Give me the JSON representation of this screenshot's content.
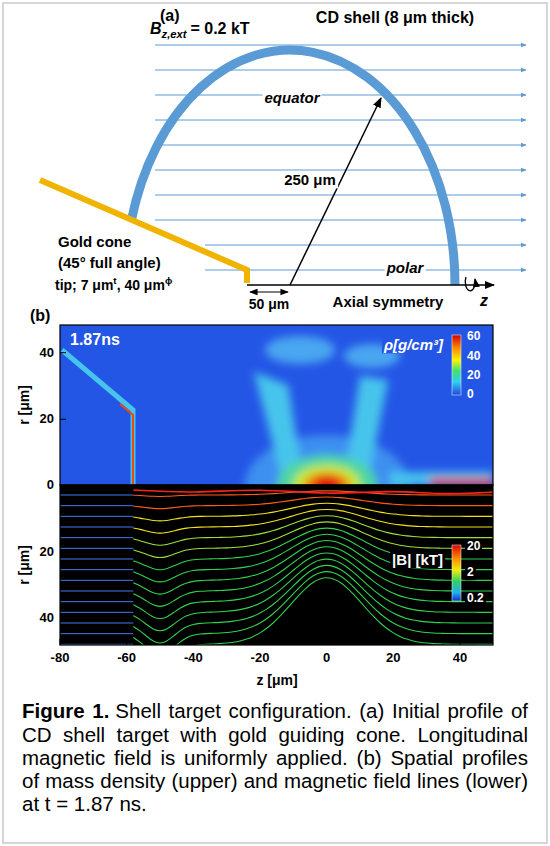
{
  "diagram": {
    "caption": "Shell target configuration. (a) Initial profile of CD shell target with gold guiding cone. Longitudinal magnetic field is uniformly applied. (b) Spatial profiles of mass density (upper) and magnetic field lines (lower) at t = 1.87 ns.",
    "labels": [
      "(a)",
      "CD shell (8 μm thick)",
      "B",
      "z,ext",
      "= 0.2 kT",
      "equator",
      "250 μm",
      "Gold cone",
      "(45° full angle)",
      "tip; 7 μm",
      "t",
      ", 40 μm",
      "ϕ",
      "50 μm",
      "polar",
      "Axial symmetry",
      "z",
      "(b)",
      "1.87ns",
      "ρ[g/cm³]",
      "60",
      "40",
      "20",
      "0",
      "40",
      "20",
      "0",
      "r [μm]",
      "|B| [kT]",
      "20",
      "2",
      "0.2",
      "20",
      "40",
      "r [μm]",
      "-80",
      "-60",
      "-40",
      "-20",
      "0",
      "20",
      "40",
      "z [μm]",
      "Figure 1."
    ]
  }
}
